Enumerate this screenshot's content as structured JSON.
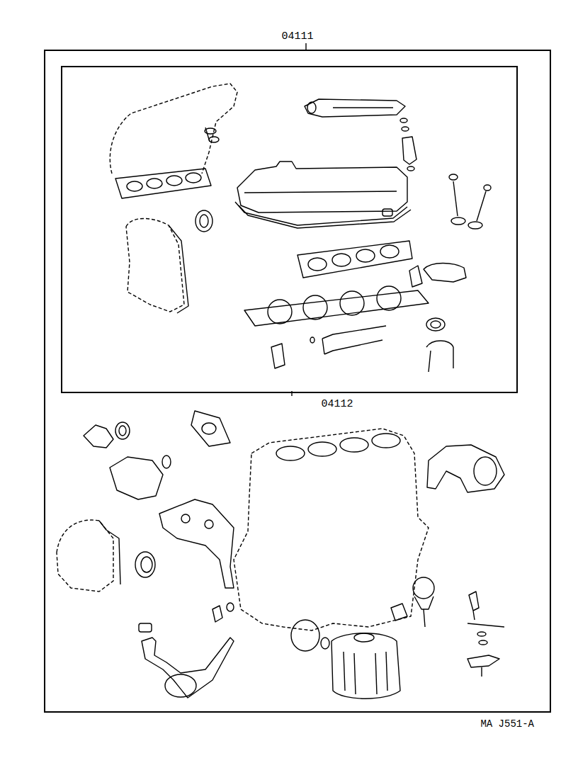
{
  "diagram": {
    "nodes": [
      {
        "text": [
          "04111"
        ]
      },
      {
        "text": [
          "04112"
        ],
        "in": 0
      }
    ],
    "labels": [
      "MA J551-A"
    ]
  }
}
